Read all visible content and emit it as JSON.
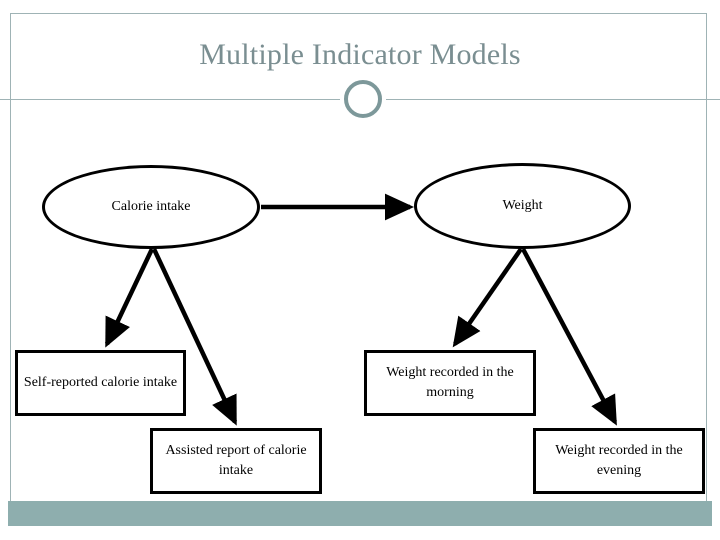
{
  "slide": {
    "title": "Multiple Indicator Models",
    "accent_color": "#7a8e91",
    "frame_color": "#9fb3b5",
    "bottom_bar_color": "#8eaeae",
    "node_outline_color": "#000000",
    "background_color": "#ffffff"
  },
  "diagram": {
    "type": "path-diagram",
    "latent_nodes": [
      {
        "id": "calorie-intake",
        "label": "Calorie intake",
        "shape": "ellipse"
      },
      {
        "id": "weight",
        "label": "Weight",
        "shape": "ellipse"
      }
    ],
    "indicator_nodes": [
      {
        "id": "self-reported-calorie-intake",
        "label": "Self-reported calorie intake",
        "shape": "rectangle"
      },
      {
        "id": "assisted-report-of-calorie-intake",
        "label": "Assisted report of calorie intake",
        "shape": "rectangle"
      },
      {
        "id": "weight-recorded-in-the-morning",
        "label": "Weight recorded in the morning",
        "shape": "rectangle"
      },
      {
        "id": "weight-recorded-in-the-evening",
        "label": "Weight recorded in the evening",
        "shape": "rectangle"
      }
    ],
    "edges": [
      {
        "from": "calorie-intake",
        "to": "weight",
        "style": "single-arrow"
      },
      {
        "from": "calorie-intake",
        "to": "self-reported-calorie-intake",
        "style": "single-arrow"
      },
      {
        "from": "calorie-intake",
        "to": "assisted-report-of-calorie-intake",
        "style": "single-arrow"
      },
      {
        "from": "weight",
        "to": "weight-recorded-in-the-morning",
        "style": "single-arrow"
      },
      {
        "from": "weight",
        "to": "weight-recorded-in-the-evening",
        "style": "single-arrow"
      }
    ]
  }
}
